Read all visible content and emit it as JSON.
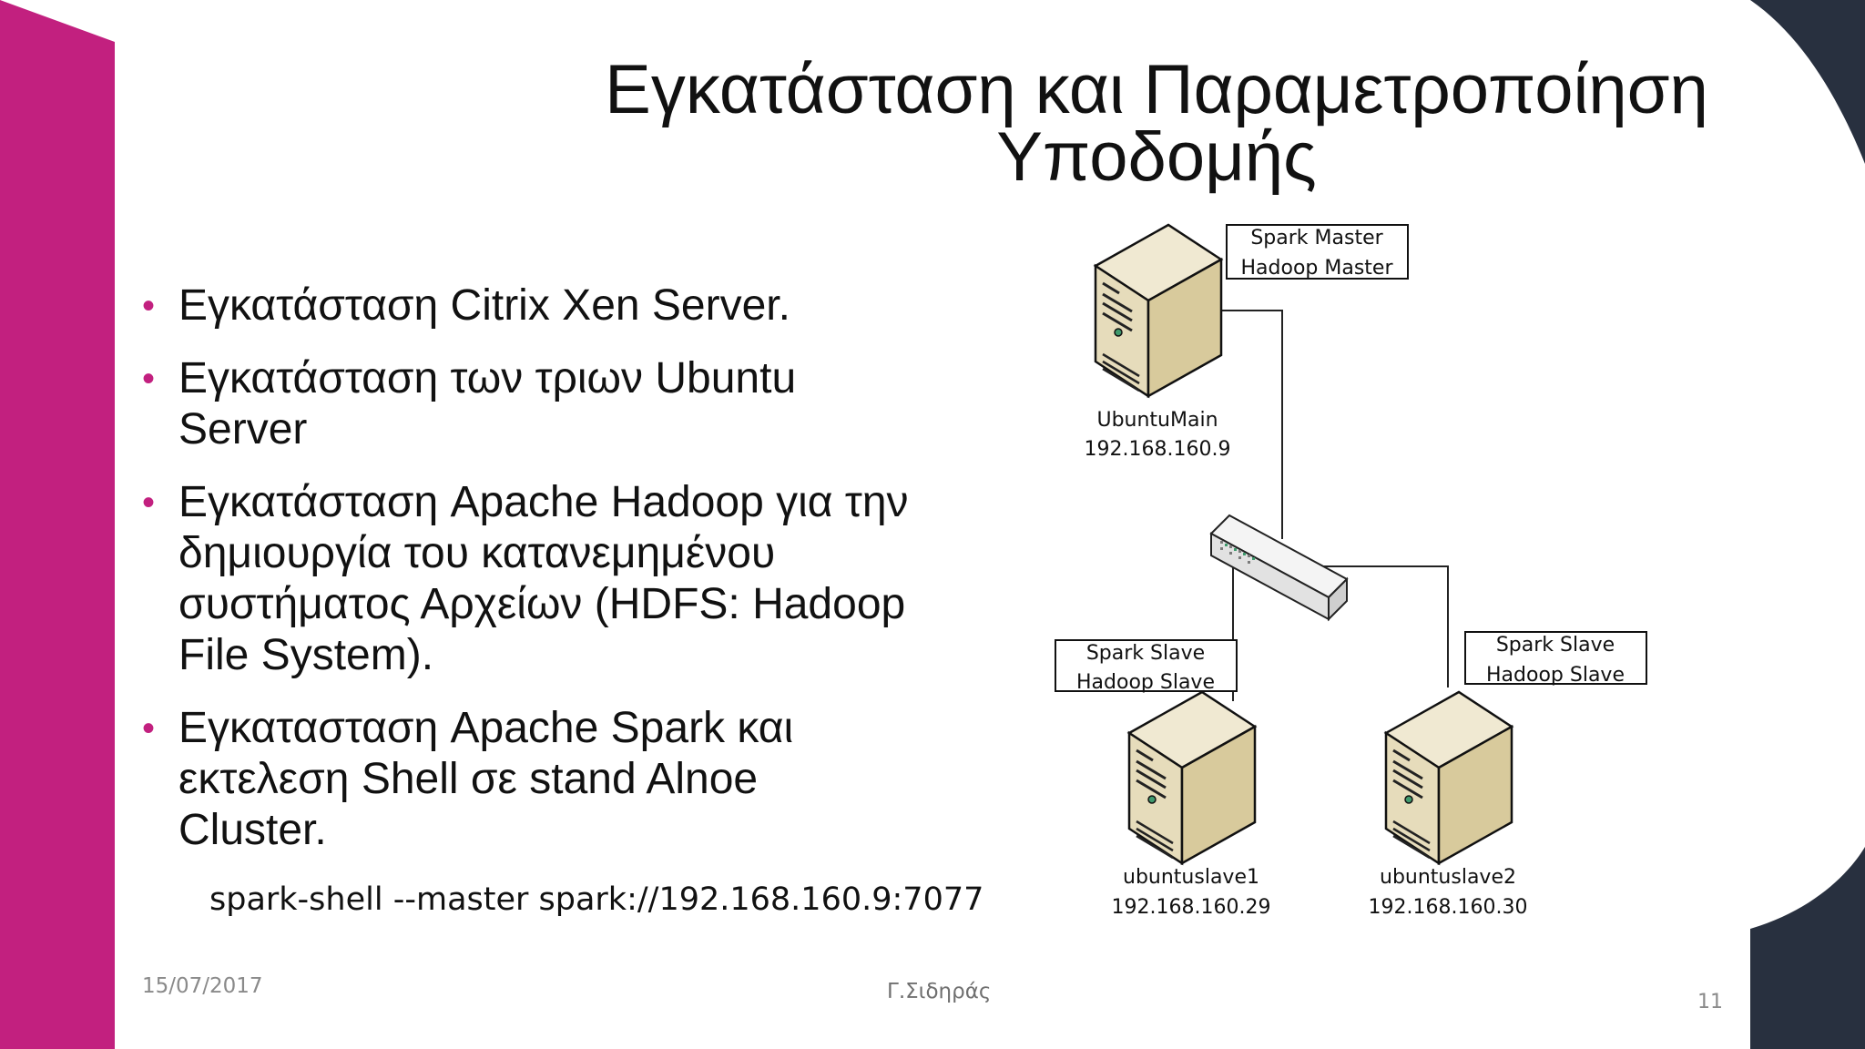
{
  "slide": {
    "title_line1": "Εγκατάσταση και Παραμετροποίηση",
    "title_line2": "Υποδομής",
    "bullets": [
      "Εγκατάσταση Citrix Xen Server.",
      "Εγκατάσταση των τριων Ubuntu Server",
      "Εγκατάσταση Apache Hadoop για την δημιουργία του κατανεμημένου συστήματος Αρχείων  (HDFS: Hadoop File System).",
      "Εγκατασταση Apache Spark και εκτελεση Shell σε stand Alnoe Cluster."
    ],
    "command": "spark-shell --master spark://192.168.160.9:7077",
    "footer": {
      "date": "15/07/2017",
      "author": "Γ.Σιδηράς",
      "page": "11"
    }
  },
  "diagram": {
    "master": {
      "role_line1": "Spark Master",
      "role_line2": "Hadoop Master",
      "hostname": "UbuntuMain",
      "ip": "192.168.160.9"
    },
    "slave1": {
      "role_line1": "Spark Slave",
      "role_line2": "Hadoop Slave",
      "hostname": "ubuntuslave1",
      "ip": "192.168.160.29"
    },
    "slave2": {
      "role_line1": "Spark Slave",
      "role_line2": "Hadoop Slave",
      "hostname": "ubuntuslave2",
      "ip": "192.168.160.30"
    }
  },
  "colors": {
    "accent_magenta": "#c2207f",
    "dark_navy": "#28303f",
    "server_beige": "#e3d8b6"
  },
  "icons": [
    "server-icon",
    "network-switch-icon"
  ]
}
